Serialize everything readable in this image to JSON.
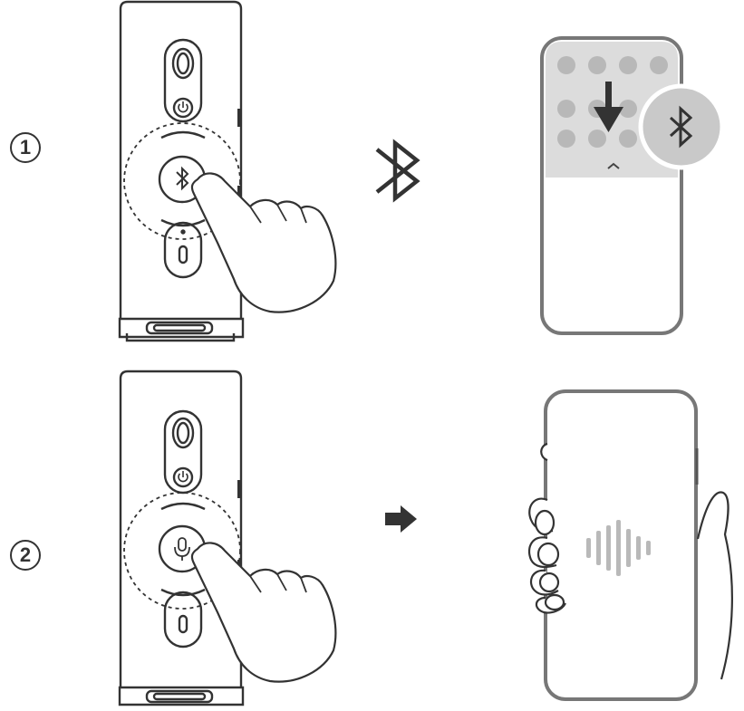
{
  "steps": [
    {
      "number": "1",
      "action_icon": "bluetooth-icon",
      "speaker_button_icon": "bluetooth-icon",
      "phone_state": "quick-settings-bluetooth"
    },
    {
      "number": "2",
      "action_icon": "arrow-right-icon",
      "speaker_button_icon": "microphone-icon",
      "phone_state": "voice-assistant"
    }
  ],
  "colors": {
    "stroke": "#333333",
    "panel_gray": "#d9d9d9",
    "dot_gray": "#b9b9b9",
    "circle_gray": "#cfcfcf"
  }
}
